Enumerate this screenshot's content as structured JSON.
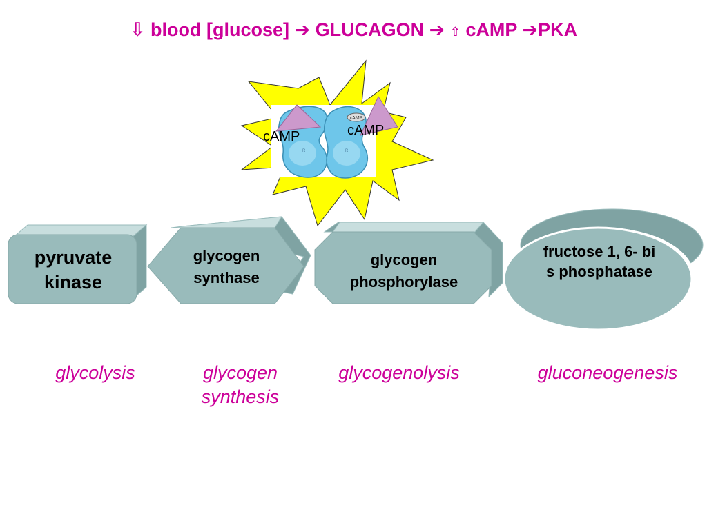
{
  "title": {
    "down_arrow": "⇩",
    "blood_glucose": "blood [glucose]",
    "arrow1": "➔",
    "glucagon": "GLUCAGON",
    "arrow2": "➔",
    "up_arrow": "⇧",
    "camp": "cAMP",
    "arrow3": "➔",
    "pka": "PKA"
  },
  "pka_graphic": {
    "camp_left": "cAMP",
    "camp_right": "cAMP",
    "camp_small": "cAMP",
    "r_left": "R",
    "r_right": "R",
    "colors": {
      "burst": "#ffff00",
      "protein": "#6ec6ea",
      "camp_wedge": "#cc99cc"
    }
  },
  "enzymes": {
    "pyruvate_kinase": "pyruvate kinase",
    "glycogen_synthase": "glycogen synthase",
    "glycogen_phosphorylase": "glycogen phosphorylase",
    "fructose_bisphosphatase": "fructose 1, 6- bis phosphatase",
    "box_color": "#99bbbb"
  },
  "pathways": {
    "glycolysis": "glycolysis",
    "glycogen_synthesis": "glycogen synthesis",
    "glycogenolysis": "glycogenolysis",
    "gluconeogenesis": "gluconeogenesis",
    "color": "#cc0099"
  }
}
